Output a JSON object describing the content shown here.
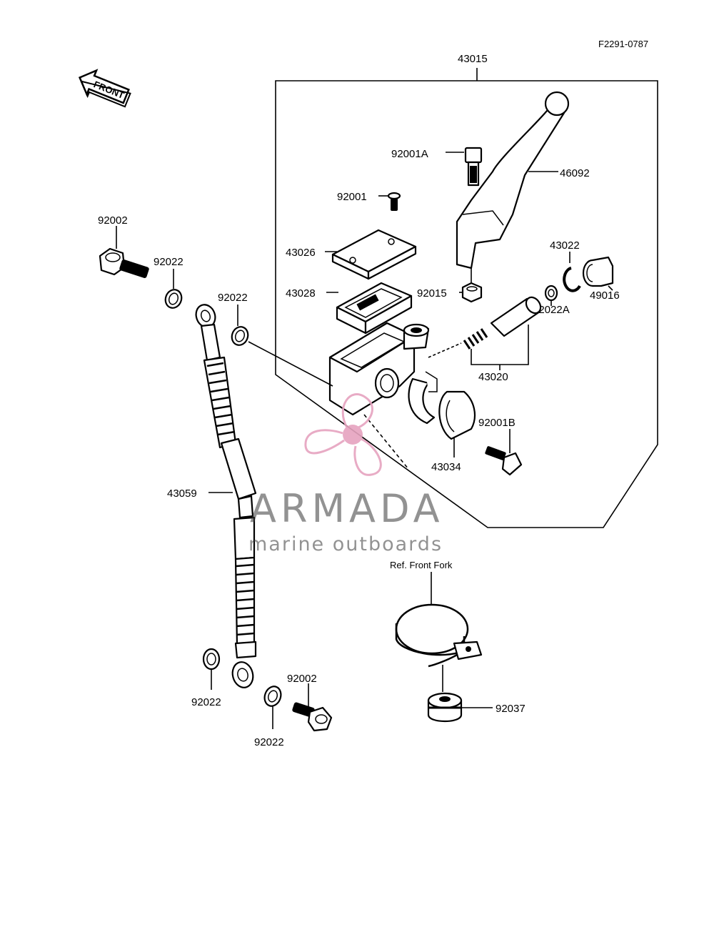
{
  "drawing_code": "F2291-0787",
  "front_label": "FRONT",
  "reference_note": "Ref. Front Fork",
  "watermark": {
    "brand": "ARMADA",
    "tagline": "marine outboards",
    "logo_color": "#e6a3bf"
  },
  "parts": {
    "p43015": "43015",
    "p92001A": "92001A",
    "p46092": "46092",
    "p92001": "92001",
    "p43026": "43026",
    "p43028": "43028",
    "p92015": "92015",
    "p43022": "43022",
    "p49016": "49016",
    "p92022A": "92022A",
    "p43020": "43020",
    "p92001B": "92001B",
    "p43034": "43034",
    "p92002_top": "92002",
    "p92022_top": "92022",
    "p92022_mid": "92022",
    "p43059": "43059",
    "p92022_bottom_left": "92022",
    "p92002_bottom": "92002",
    "p92022_bottom": "92022",
    "p92037": "92037"
  }
}
